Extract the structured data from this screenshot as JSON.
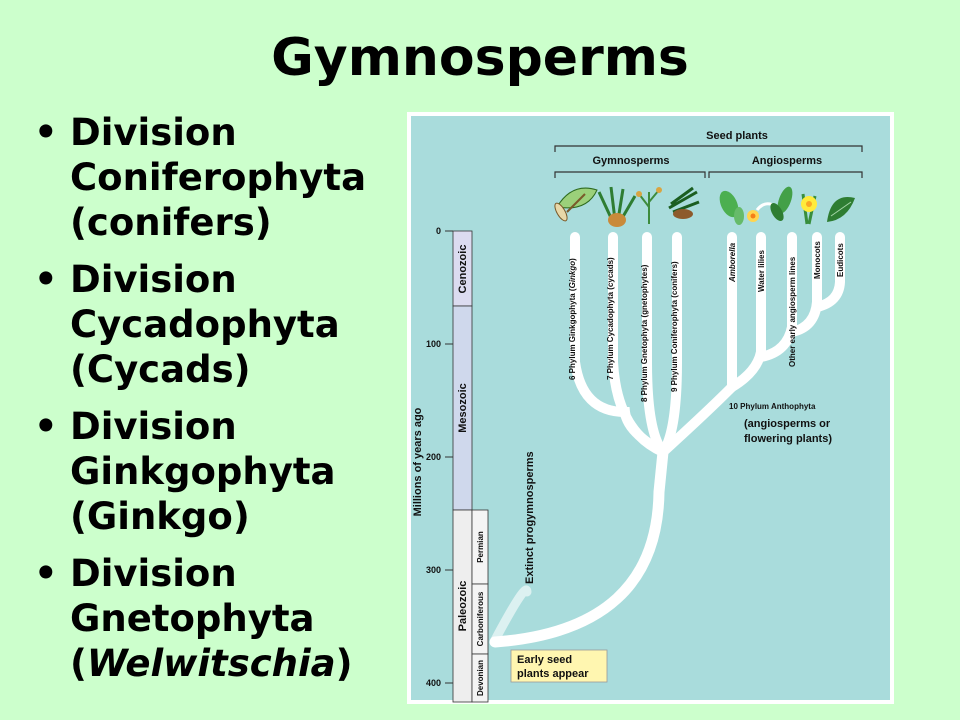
{
  "slide": {
    "title": "Gymnosperms",
    "bullets": [
      {
        "line1": "Division",
        "line2": "Coniferophyta",
        "line3": "(conifers)"
      },
      {
        "line1": "Division",
        "line2": "Cycadophyta",
        "line3": "(Cycads)"
      },
      {
        "line1": "Division",
        "line2": "Ginkgophyta",
        "line3": "(Ginkgo)"
      },
      {
        "line1": "Division",
        "line2": "Gnetophyta",
        "line3_open": "(",
        "line3_italic": "Welwitschia",
        "line3_close": ")"
      }
    ]
  },
  "figure": {
    "header": {
      "seed_plants": "Seed plants",
      "gymnosperms": "Gymnosperms",
      "angiosperms": "Angiosperms"
    },
    "axis": {
      "label": "Millions of years ago",
      "ticks": [
        "0",
        "100",
        "200",
        "300",
        "400"
      ]
    },
    "eras": {
      "cenozoic": "Cenozoic",
      "mesozoic": "Mesozoic",
      "paleozoic": "Paleozoic"
    },
    "periods": {
      "permian": "Permian",
      "carboniferous": "Carboniferous",
      "devonian": "Devonian"
    },
    "lineages": {
      "ginkgo_prefix": "Phylum Ginkgophyta (",
      "ginkgo_italic": "Ginkgo",
      "ginkgo_suffix": ")",
      "cycads": "Phylum Cycadophyta (cycads)",
      "gnetophytes": "Phylum Gnetophyta (gnetophytes)",
      "conifers": "Phylum Coniferophyta (conifers)",
      "amborella": "Amborella",
      "water_lilies": "Water lilies",
      "other_early": "Other early angiosperm lines",
      "monocots": "Monocots",
      "eudicots": "Eudicots"
    },
    "numbers": {
      "ginkgo": "6",
      "cycads": "7",
      "gnetophytes": "8",
      "conifers": "9",
      "anthophyta": "10"
    },
    "anthophyta": "Phylum Anthophyta",
    "angio_note_line1": "(angiosperms or",
    "angio_note_line2": "flowering plants)",
    "extinct": "Extinct progymnosperms",
    "early_seed_line1": "Early seed",
    "early_seed_line2": "plants appear",
    "colors": {
      "background": "#ccffcc",
      "panel": "#a9dcdc",
      "branch": "#ffffff",
      "callout": "#fff6b0"
    }
  }
}
